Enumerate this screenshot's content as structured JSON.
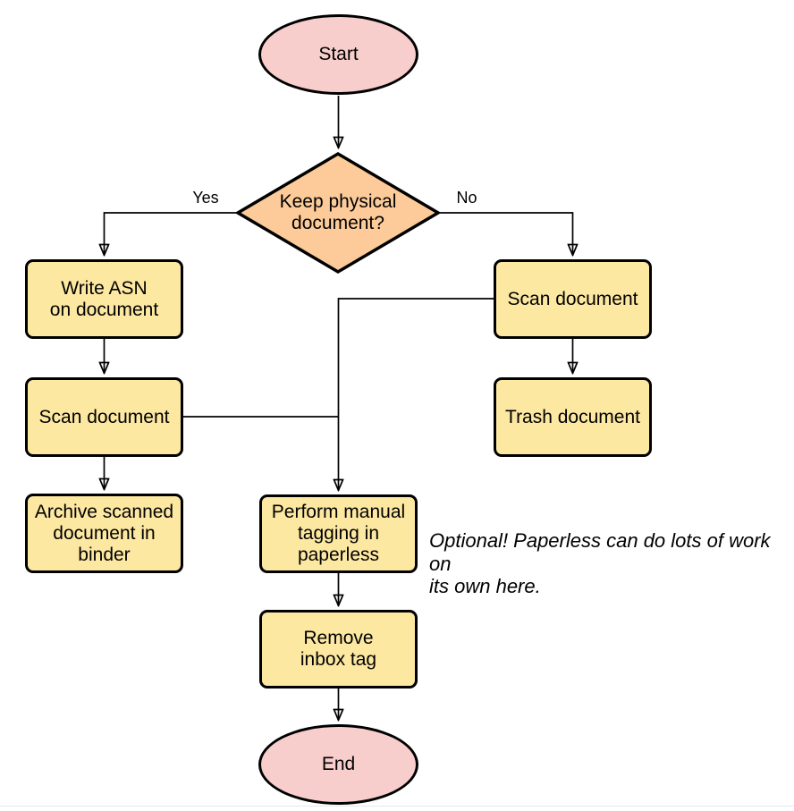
{
  "diagram": {
    "type": "flowchart",
    "nodes": {
      "start": {
        "type": "terminator",
        "label": "Start",
        "fill": "#f8cecc"
      },
      "decision": {
        "type": "decision",
        "label": "Keep physical\ndocument?",
        "fill": "#fccb99"
      },
      "write_asn": {
        "type": "process",
        "label": "Write ASN\non document",
        "fill": "#fde8a2"
      },
      "scan_left": {
        "type": "process",
        "label": "Scan document",
        "fill": "#fde8a2"
      },
      "archive": {
        "type": "process",
        "label": "Archive scanned\ndocument in\nbinder",
        "fill": "#fde8a2"
      },
      "scan_right": {
        "type": "process",
        "label": "Scan document",
        "fill": "#fde8a2"
      },
      "trash": {
        "type": "process",
        "label": "Trash document",
        "fill": "#fde8a2"
      },
      "tagging": {
        "type": "process",
        "label": "Perform manual\ntagging in\npaperless",
        "fill": "#fde8a2"
      },
      "remove_inbox": {
        "type": "process",
        "label": "Remove\ninbox tag",
        "fill": "#fde8a2"
      },
      "end": {
        "type": "terminator",
        "label": "End",
        "fill": "#f8cecc"
      }
    },
    "edge_labels": {
      "yes": "Yes",
      "no": "No"
    },
    "annotation": "Optional! Paperless can do lots of work on\nits own here.",
    "colors": {
      "stroke": "#000000",
      "terminator_fill": "#f8cecc",
      "decision_fill": "#fccb99",
      "process_fill": "#fde8a2",
      "background": "#ffffff",
      "page_border": "#e3e7ec"
    }
  }
}
